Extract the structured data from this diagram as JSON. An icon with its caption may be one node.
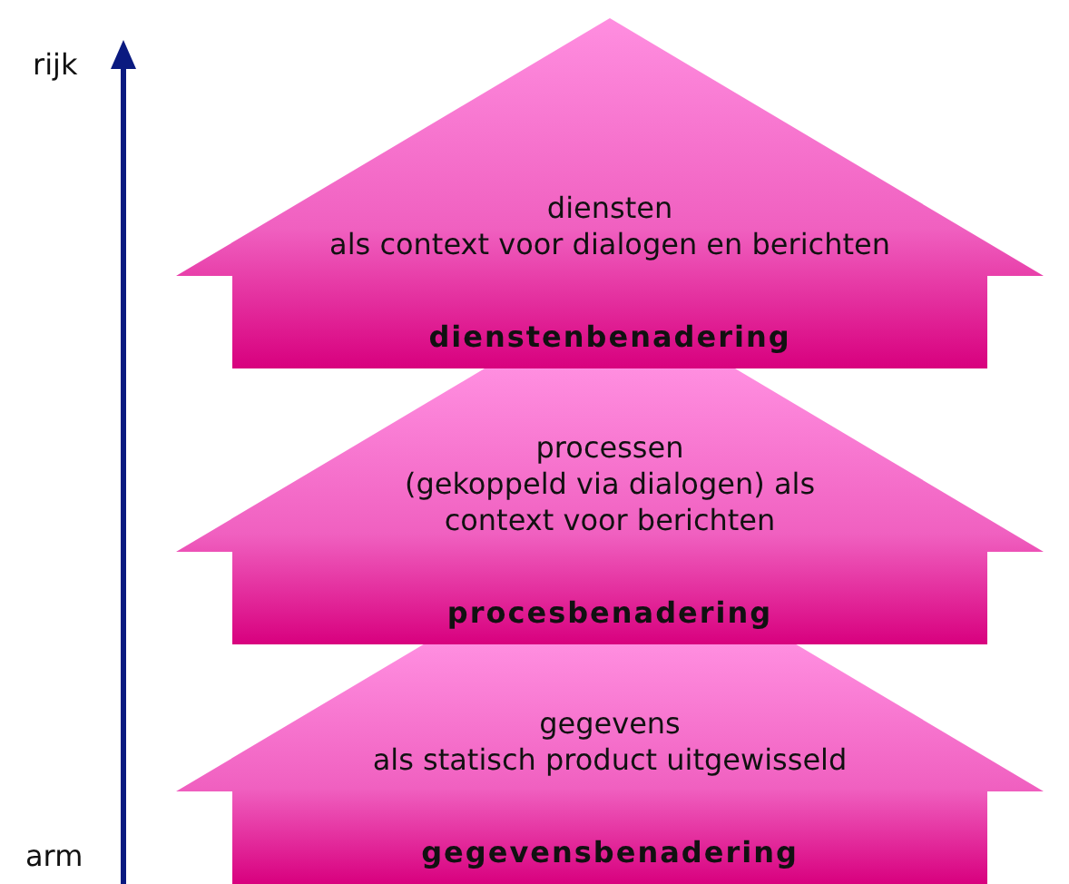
{
  "diagram": {
    "nodes": [
      {
        "text": [
          "diensten",
          "als context voor dialogen en berichten",
          "dienstenbenadering"
        ]
      },
      {
        "text": [
          "processen",
          "(gekoppeld via dialogen) als context voor berichten",
          "procesbenadering"
        ]
      },
      {
        "text": [
          "gegevens",
          "als statisch product uitgewisseld",
          "gegevensbenadering"
        ]
      }
    ],
    "labels": [
      "rijk",
      "arm"
    ]
  }
}
